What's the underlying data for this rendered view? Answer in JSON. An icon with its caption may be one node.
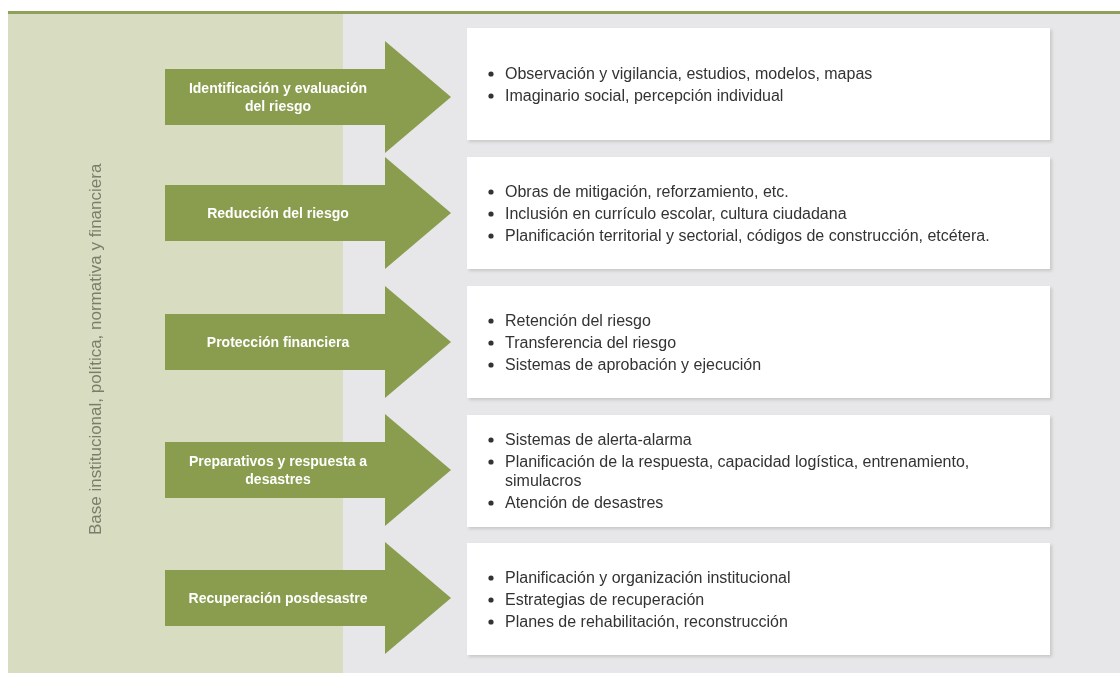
{
  "diagram": {
    "nodes": [
      {
        "text": [
          "Base institucional, política, normativa y financiera"
        ]
      },
      {
        "text": [
          "Identificación y evaluación del riesgo"
        ]
      },
      {
        "text": [
          "Observación y vigilancia, estudios, modelos, mapas",
          "Imaginario social, percepción individual"
        ]
      },
      {
        "text": [
          "Reducción del riesgo"
        ]
      },
      {
        "text": [
          "Obras de mitigación, reforzamiento, etc.",
          "Inclusión en currículo escolar, cultura ciudadana",
          "Planificación territorial y sectorial, códigos de construcción, etcétera."
        ]
      },
      {
        "text": [
          "Protección financiera"
        ]
      },
      {
        "text": [
          "Retención del riesgo",
          "Transferencia del riesgo",
          "Sistemas de aprobación y ejecución"
        ]
      },
      {
        "text": [
          "Preparativos y respuesta a desastres"
        ]
      },
      {
        "text": [
          "Sistemas de alerta-alarma",
          "Planificación de la respuesta, capacidad logística, entrenamiento, simulacros",
          "Atención de desastres"
        ]
      },
      {
        "text": [
          "Recuperación posdesastre"
        ]
      },
      {
        "text": [
          "Planificación y organización institucional",
          "Estrategias de recuperación",
          "Planes de rehabilitación, reconstrucción"
        ]
      }
    ]
  }
}
